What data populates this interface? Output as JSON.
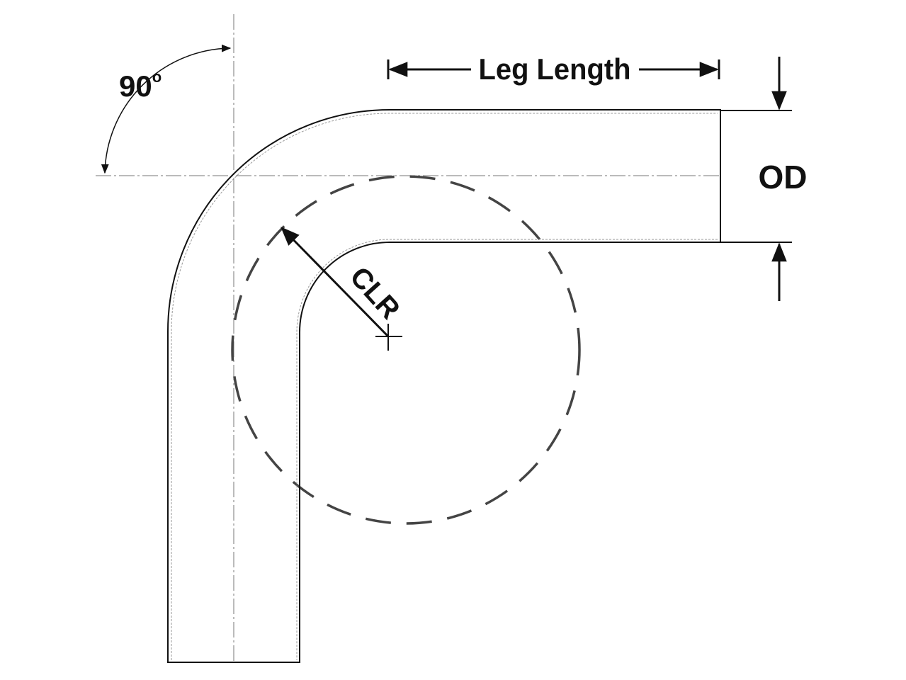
{
  "diagram": {
    "title_labels": {
      "angle": "90",
      "angle_unit": "o",
      "leg_length": "Leg Length",
      "outer_diameter": "OD",
      "centerline_radius": "CLR"
    },
    "colors": {
      "stroke": "#111111",
      "dashed_circle": "#444444",
      "centerline": "#666666"
    },
    "bend_angle_degrees": 90
  }
}
